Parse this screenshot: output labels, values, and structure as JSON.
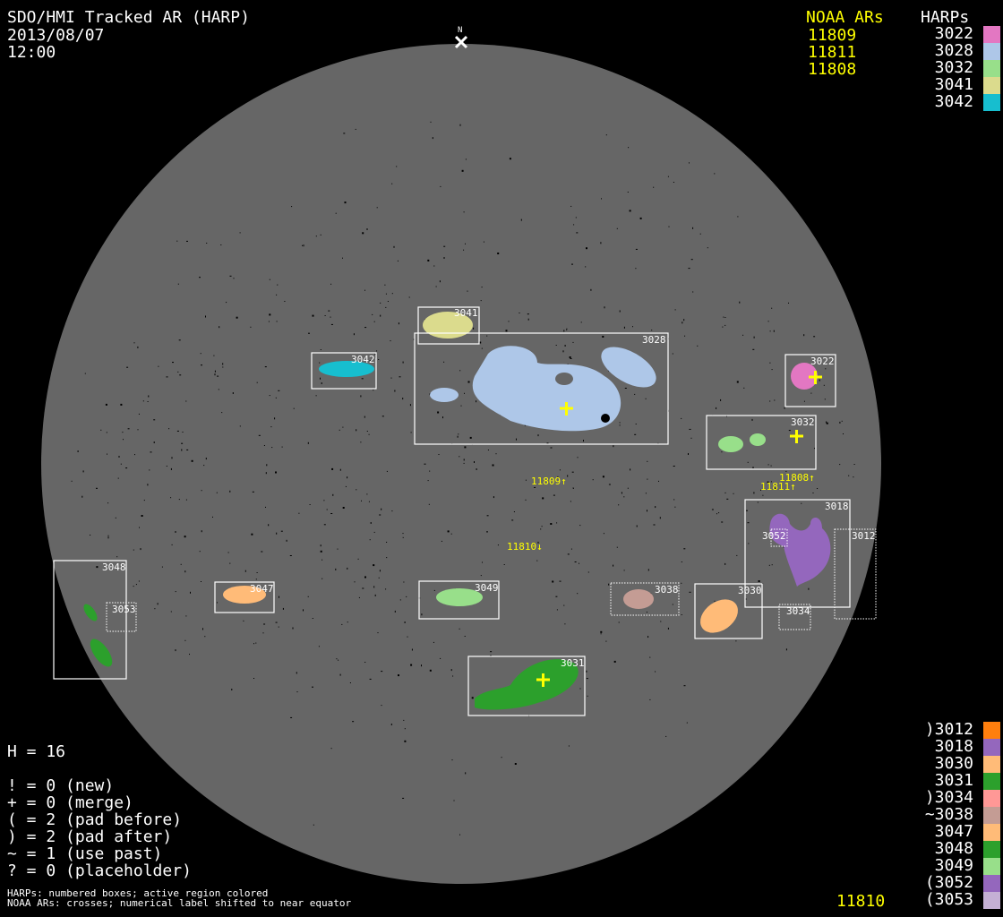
{
  "header": {
    "title": "SDO/HMI Tracked AR (HARP)",
    "date": "2013/08/07",
    "time": "12:00"
  },
  "north_label": "N",
  "top_legend": {
    "noaa_heading": "NOAA ARs",
    "noaa": [
      "11809",
      "11811",
      "11808"
    ],
    "harp_heading": "HARPs",
    "harps": [
      {
        "label": "3022",
        "color": "#e377c2"
      },
      {
        "label": "3028",
        "color": "#aec7e8"
      },
      {
        "label": "3032",
        "color": "#98df8a"
      },
      {
        "label": "3041",
        "color": "#dbdb8d"
      },
      {
        "label": "3042",
        "color": "#17becf"
      }
    ]
  },
  "bottom_legend": {
    "harps": [
      {
        "label": ")3012",
        "color": "#ff7f0e"
      },
      {
        "label": "3018",
        "color": "#9467bd"
      },
      {
        "label": "3030",
        "color": "#ffbb78"
      },
      {
        "label": "3031",
        "color": "#2ca02c"
      },
      {
        "label": ")3034",
        "color": "#ff9896"
      },
      {
        "label": "~3038",
        "color": "#c49c94"
      },
      {
        "label": "3047",
        "color": "#ffbb78"
      },
      {
        "label": "3048",
        "color": "#2ca02c"
      },
      {
        "label": "3049",
        "color": "#98df8a"
      },
      {
        "label": "(3052",
        "color": "#9467bd"
      },
      {
        "label": "(3053",
        "color": "#c5b0d5"
      }
    ],
    "noaa_extra": "11810"
  },
  "stats": {
    "h": "H = 16",
    "lines": [
      "! = 0 (new)",
      "+ = 0 (merge)",
      "( = 2 (pad before)",
      ") = 2 (pad after)",
      "~ = 1 (use past)",
      "? = 0 (placeholder)"
    ]
  },
  "footer": [
    "HARPs: numbered boxes; active region colored",
    "NOAA ARs: crosses; numerical label shifted to near equator"
  ],
  "disk": {
    "harp_labels": {
      "h3041": "3041",
      "h3028": "3028",
      "h3042": "3042",
      "h3022": "3022",
      "h3032": "3032",
      "h3018": "3018",
      "h3052": "3052",
      "h3012": "3012",
      "h3034": "3034",
      "h3030": "3030",
      "h3038": "3038",
      "h3048": "3048",
      "h3053": "3053",
      "h3047": "3047",
      "h3049": "3049",
      "h3031": "3031"
    },
    "noaa_labels": {
      "a11809": "11809↑",
      "a11810": "11810↓",
      "a11808": "11808↑",
      "a11811": "11811↑"
    }
  }
}
